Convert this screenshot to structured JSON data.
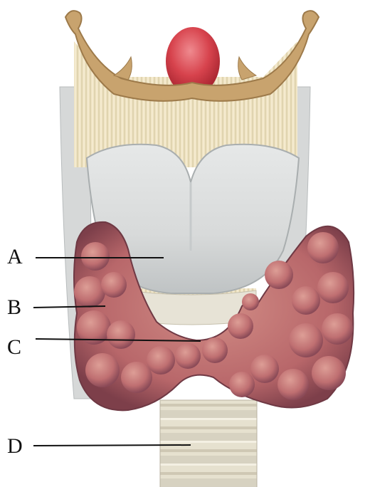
{
  "labels": {
    "a": "A",
    "b": "B",
    "c": "C",
    "d": "D"
  },
  "colors": {
    "hyoid_bone": "#c8a36e",
    "epiglottis": "#d7434d",
    "membrane_fibers": "#efe3c2",
    "thyroid_cartilage": "#d8dada",
    "thyroid_gland": "#b8676a",
    "trachea_rings": "#e7e1cf",
    "leader_line": "#111111"
  }
}
